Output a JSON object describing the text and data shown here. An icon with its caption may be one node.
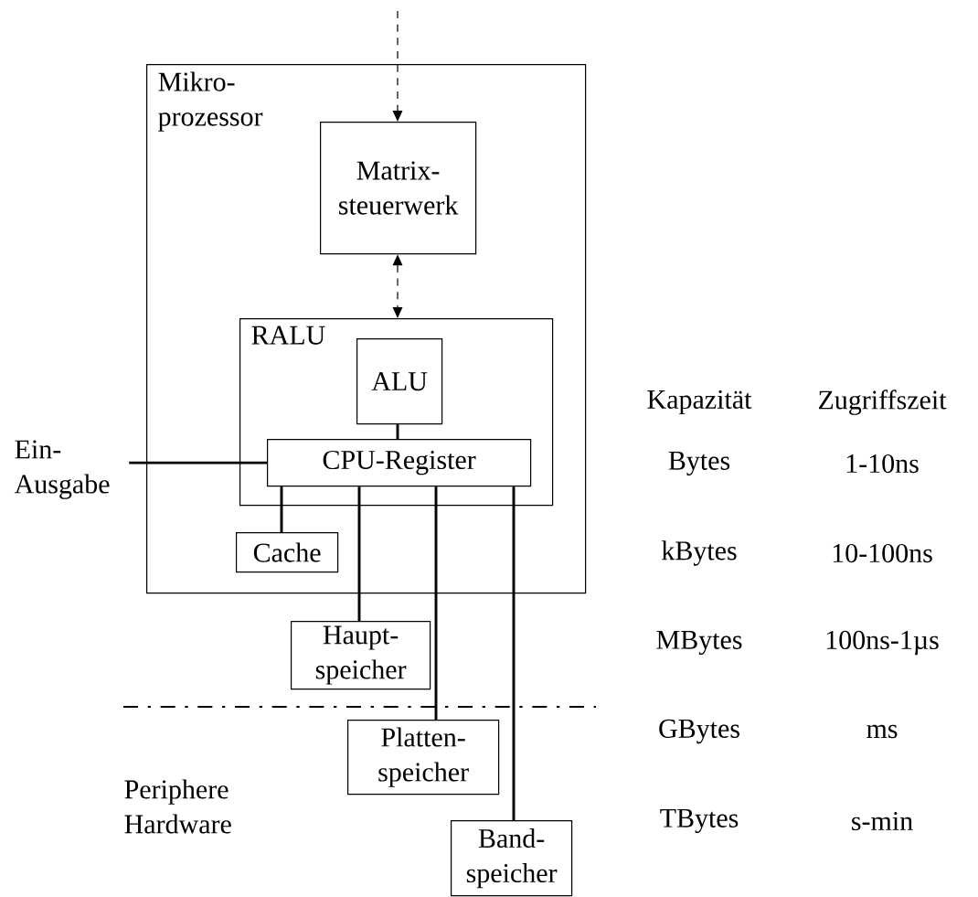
{
  "diagram": {
    "nodes": [
      {
        "text": [
          "Mikro- prozessor"
        ]
      },
      {
        "text": [
          "Matrix- steuerwerk"
        ],
        "in": 0
      },
      {
        "text": [
          "RALU"
        ],
        "in": 0
      },
      {
        "text": [
          "ALU"
        ],
        "in": 2
      },
      {
        "text": [
          "CPU-Register"
        ],
        "in": 2
      },
      {
        "text": [
          "Cache"
        ],
        "in": 0
      },
      {
        "text": [
          "Haupt- speicher"
        ]
      },
      {
        "text": [
          "Platten- speicher"
        ]
      },
      {
        "text": [
          "Band- speicher"
        ]
      },
      {
        "text": [
          "Ein- Ausgabe"
        ]
      }
    ],
    "edges": [
      {
        "from": null,
        "to": 1,
        "arrow": "to",
        "style": "dashed"
      },
      {
        "from": 1,
        "to": 2,
        "arrow": "both",
        "style": "dashed"
      },
      {
        "from": 3,
        "to": 4,
        "arrow": "none"
      },
      {
        "from": 9,
        "to": 4,
        "arrow": "none"
      },
      {
        "from": 4,
        "to": 5,
        "arrow": "none"
      },
      {
        "from": 4,
        "to": 6,
        "arrow": "none"
      },
      {
        "from": 4,
        "to": 7,
        "arrow": "none"
      },
      {
        "from": 4,
        "to": 8,
        "arrow": "none"
      }
    ],
    "labels": [
      "Kapazität",
      "Zugriffszeit",
      "Bytes",
      "1-10ns",
      "kBytes",
      "10-100ns",
      "MBytes",
      "100ns-1µs",
      "GBytes",
      "ms",
      "Periphere Hardware",
      "TBytes",
      "s-min"
    ]
  }
}
